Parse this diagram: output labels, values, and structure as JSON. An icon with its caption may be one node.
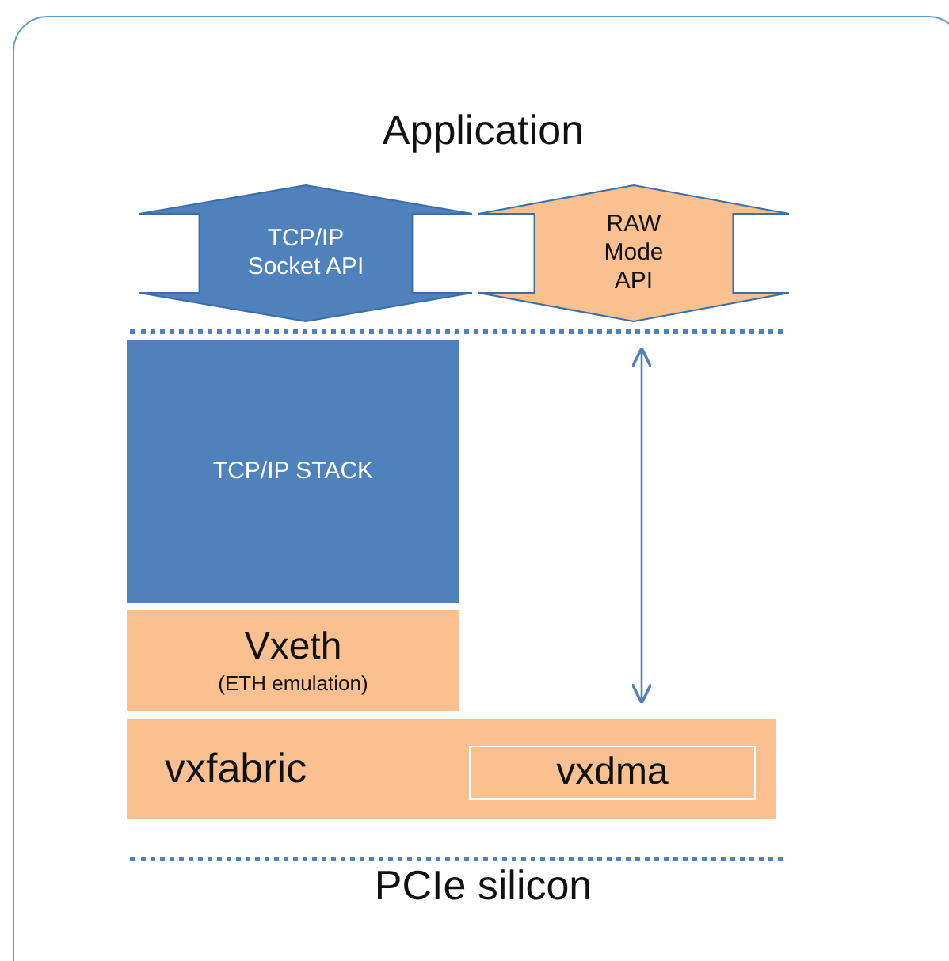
{
  "diagram": {
    "nodes": [
      {
        "text": [
          "Application"
        ]
      },
      {
        "text": [
          "TCP/IP Socket API"
        ]
      },
      {
        "text": [
          "RAW Mode API"
        ]
      },
      {
        "text": [
          "TCP/IP STACK"
        ]
      },
      {
        "text": [
          "Vxeth",
          "(ETH emulation)"
        ]
      },
      {
        "text": [
          "vxfabric"
        ]
      },
      {
        "text": [
          "vxdma"
        ],
        "in": 5
      },
      {
        "text": [
          "PCIe silicon"
        ]
      }
    ],
    "edges": [
      {
        "from": 2,
        "to": 5,
        "arrow": "both"
      }
    ]
  }
}
